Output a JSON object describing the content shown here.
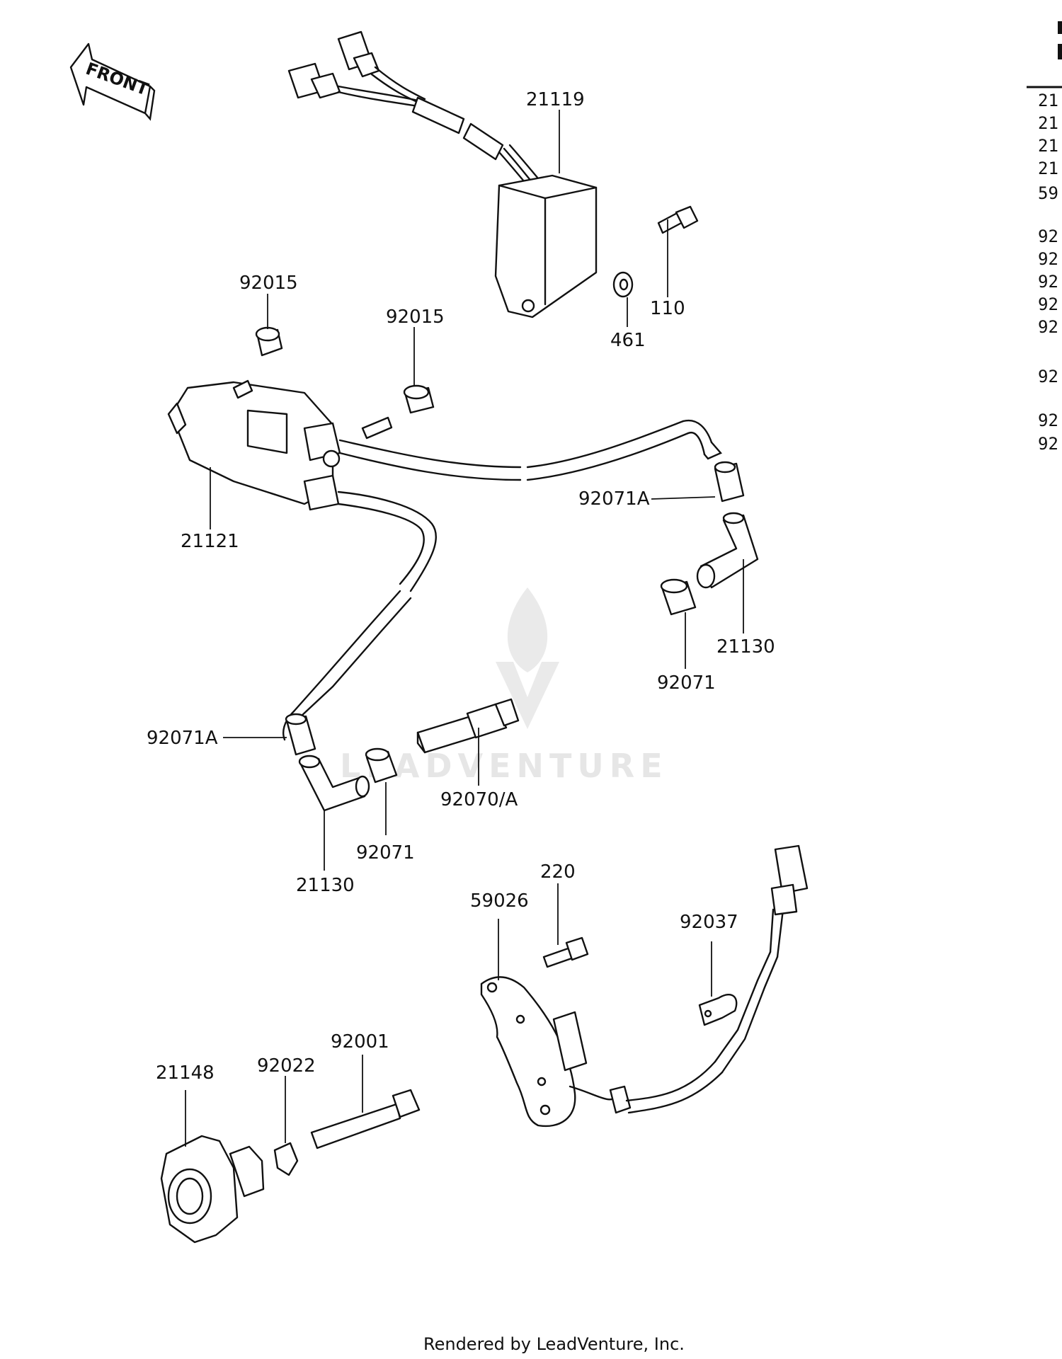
{
  "front_arrow": {
    "label": "FRONT"
  },
  "watermark": {
    "text": "LEADVENTURE"
  },
  "footer": {
    "text": "Rendered by LeadVenture, Inc."
  },
  "right_table": {
    "rows": [
      "21",
      "21",
      "21",
      "21",
      "59",
      "92",
      "92",
      "92",
      "92",
      "92",
      "92",
      "92",
      "92"
    ]
  },
  "callouts": {
    "c21119": "21119",
    "c110": "110",
    "c461": "461",
    "c92015a": "92015",
    "c92015b": "92015",
    "c21121": "21121",
    "c92071A_right": "92071A",
    "c21130_right": "21130",
    "c92071_right": "92071",
    "c92071A_left": "92071A",
    "c21130_left": "21130",
    "c92071_left": "92071",
    "c92070A": "92070/A",
    "c220": "220",
    "c59026": "59026",
    "c92037": "92037",
    "c21148": "21148",
    "c92022": "92022",
    "c92001": "92001"
  }
}
